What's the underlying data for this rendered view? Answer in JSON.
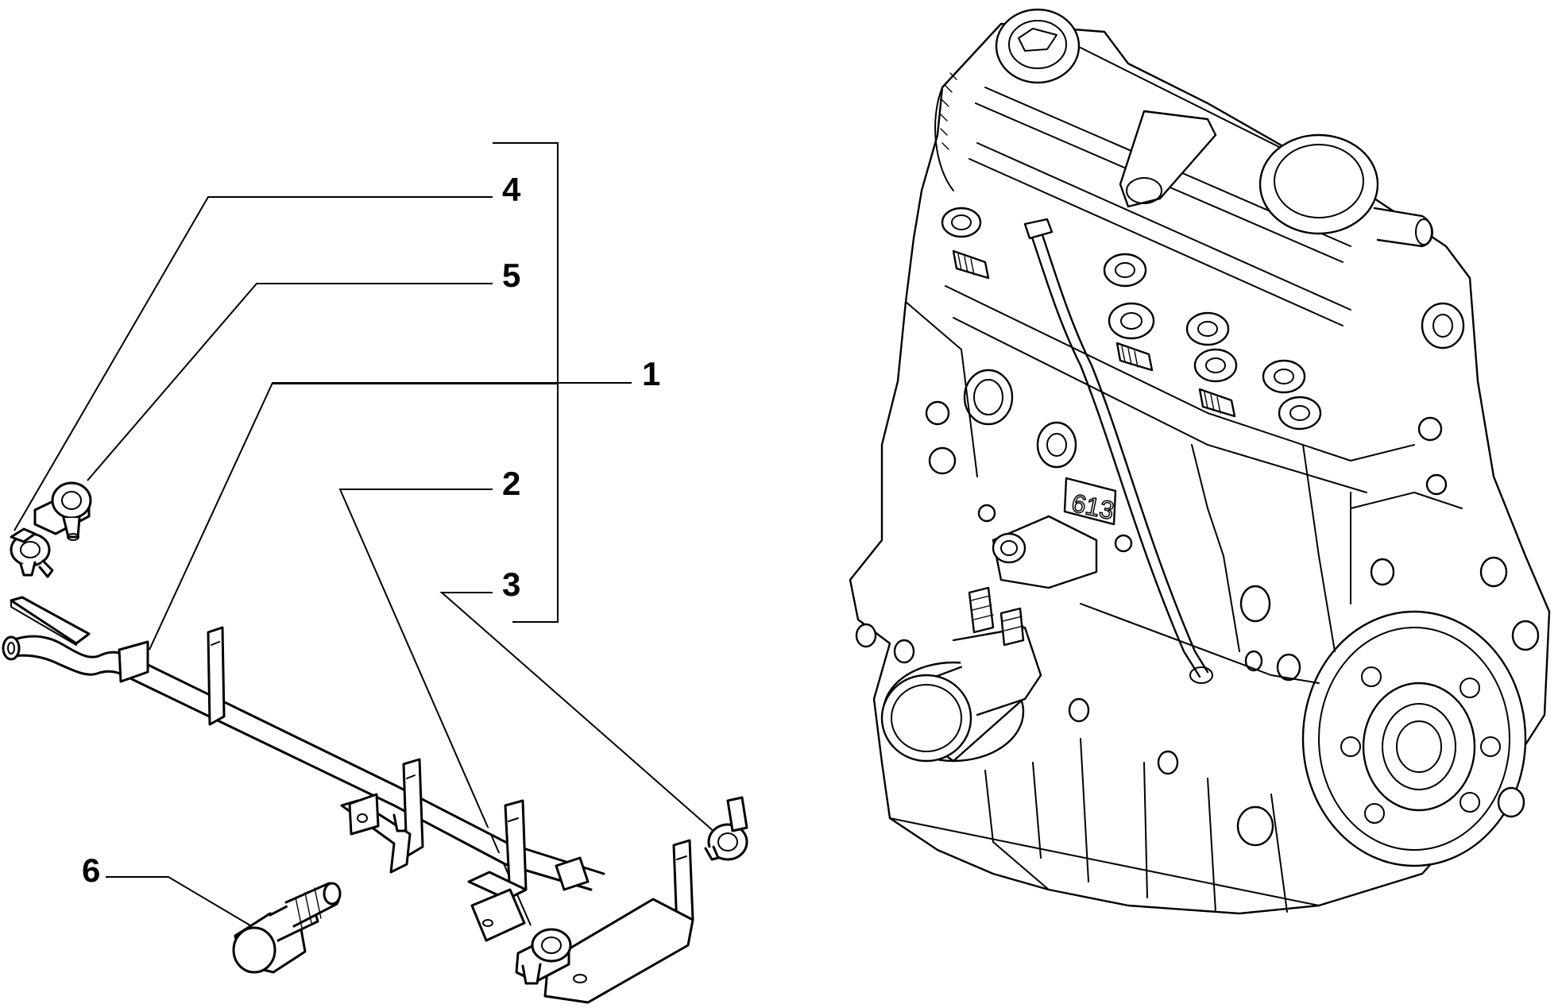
{
  "callouts": [
    {
      "id": "1",
      "label": "1"
    },
    {
      "id": "2",
      "label": "2"
    },
    {
      "id": "3",
      "label": "3"
    },
    {
      "id": "4",
      "label": "4"
    },
    {
      "id": "5",
      "label": "5"
    },
    {
      "id": "6",
      "label": "6"
    }
  ],
  "engine_stamp": "613"
}
